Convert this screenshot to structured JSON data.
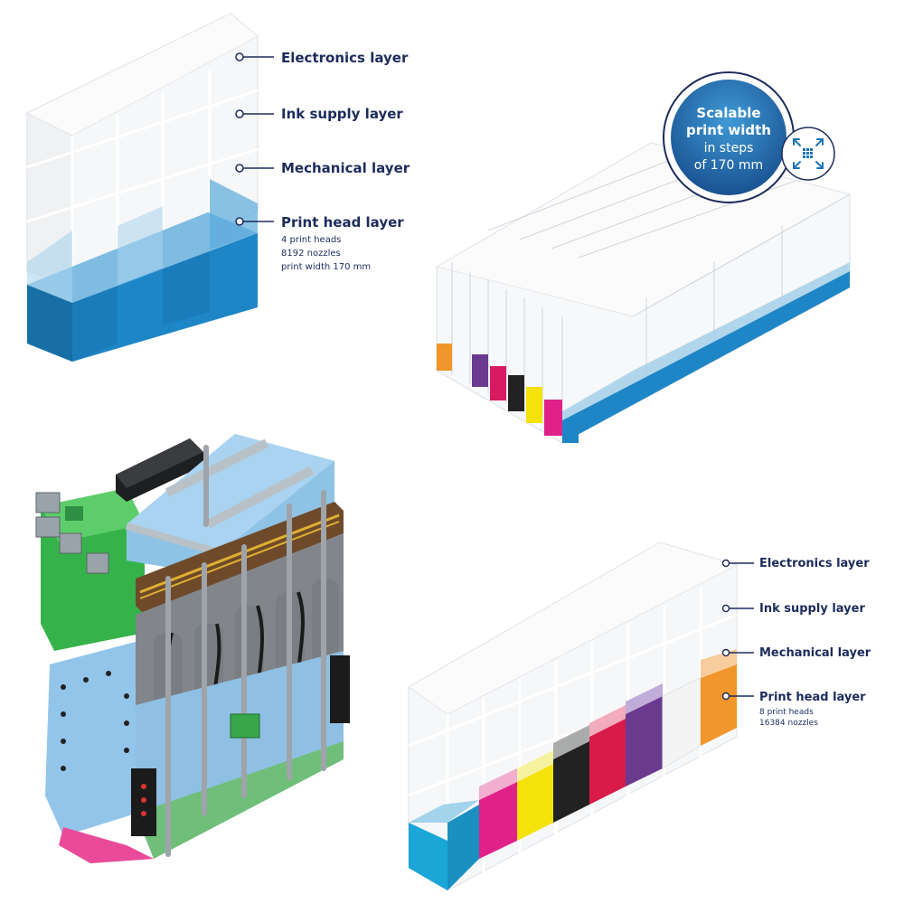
{
  "top_left_stack": {
    "layers": [
      {
        "name": "Electronics layer"
      },
      {
        "name": "Ink supply layer"
      },
      {
        "name": "Mechanical layer"
      },
      {
        "name": "Print head layer",
        "details": [
          "4 print heads",
          "8192 nozzles",
          "print width 170 mm"
        ]
      }
    ],
    "color": "#1e86c6"
  },
  "badge": {
    "line1": "Scalable",
    "line2": "print width",
    "line3": "in steps",
    "line4": "of 170 mm",
    "icon": "expand-arrows-icon",
    "color": "#1e74b6"
  },
  "modules_row": {
    "ink_colors": [
      "#f0962a",
      "#6a3a8e",
      "#d81b60",
      "#222222",
      "#f4e20a",
      "#e0218a",
      "#1e86c6"
    ]
  },
  "bottom_right_stack": {
    "layers": [
      {
        "name": "Electronics layer"
      },
      {
        "name": "Ink supply layer"
      },
      {
        "name": "Mechanical layer"
      },
      {
        "name": "Print head layer",
        "details": [
          "8 print heads",
          "16384 nozzles"
        ]
      }
    ],
    "ink_colors": [
      "#1aa6d6",
      "#e0218a",
      "#f4e20a",
      "#222222",
      "#d81b4a",
      "#6a3a8e",
      "#f4f4f4",
      "#f0962a"
    ]
  }
}
